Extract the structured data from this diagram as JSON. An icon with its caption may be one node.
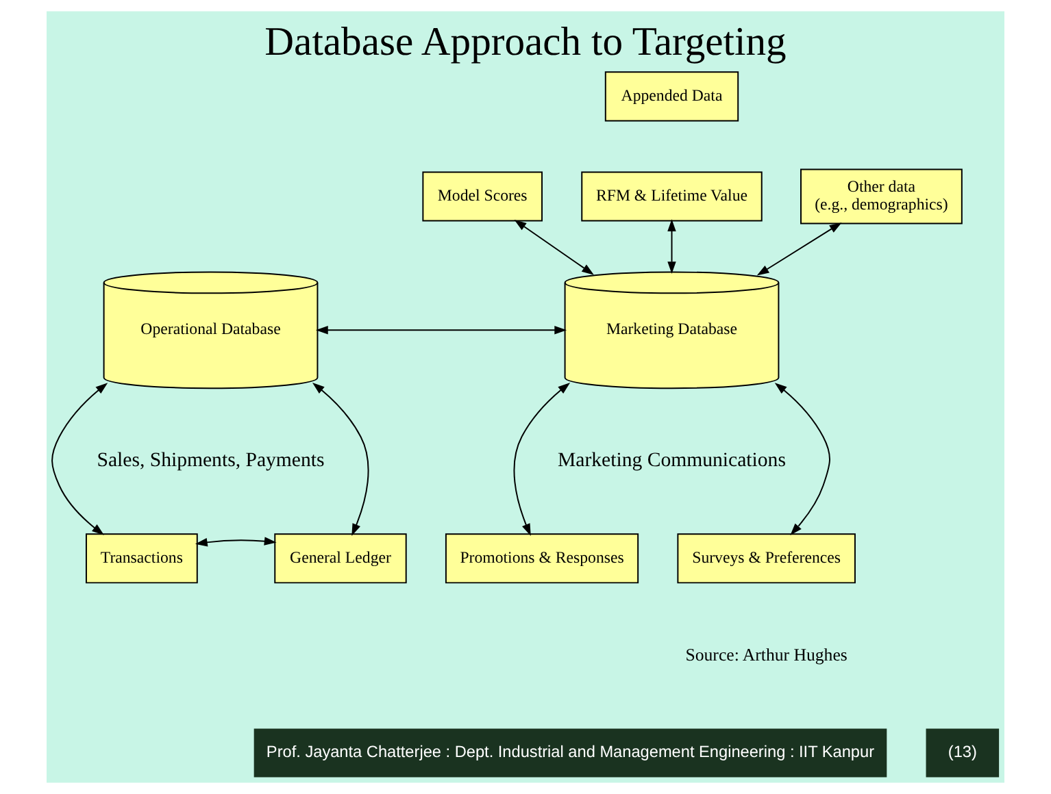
{
  "diagram": {
    "title": "Database Approach to Targeting",
    "nodes": [
      {
        "text": [
          "Appended Data"
        ]
      },
      {
        "text": [
          "Model Scores"
        ]
      },
      {
        "text": [
          "RFM & Lifetime Value"
        ]
      },
      {
        "text": [
          "Other data",
          "(e.g., demographics)"
        ]
      },
      {
        "text": [
          "Operational Database"
        ],
        "beside": [
          "Sales, Shipments, Payments"
        ]
      },
      {
        "text": [
          "Marketing Database"
        ],
        "beside": [
          "Marketing Communications"
        ]
      },
      {
        "text": [
          "Transactions"
        ]
      },
      {
        "text": [
          "General Ledger"
        ]
      },
      {
        "text": [
          "Promotions & Responses"
        ]
      },
      {
        "text": [
          "Surveys & Preferences"
        ]
      }
    ],
    "edges": [
      {
        "from": 1,
        "to": 5,
        "arrow": "both"
      },
      {
        "from": 2,
        "to": 5,
        "arrow": "both"
      },
      {
        "from": 3,
        "to": 5,
        "arrow": "both"
      },
      {
        "from": 4,
        "to": 5,
        "arrow": "both"
      },
      {
        "from": 4,
        "to": 6,
        "arrow": "both"
      },
      {
        "from": 4,
        "to": 7,
        "arrow": "both"
      },
      {
        "from": 6,
        "to": 7,
        "arrow": "both"
      },
      {
        "from": 5,
        "to": 8,
        "arrow": "both"
      },
      {
        "from": 5,
        "to": 9,
        "arrow": "both"
      }
    ],
    "labels": [
      "Source: Arthur Hughes",
      "Prof. Jayanta Chatterjee : Dept. Industrial and Management Engineering : IIT Kanpur",
      "(13)"
    ]
  }
}
